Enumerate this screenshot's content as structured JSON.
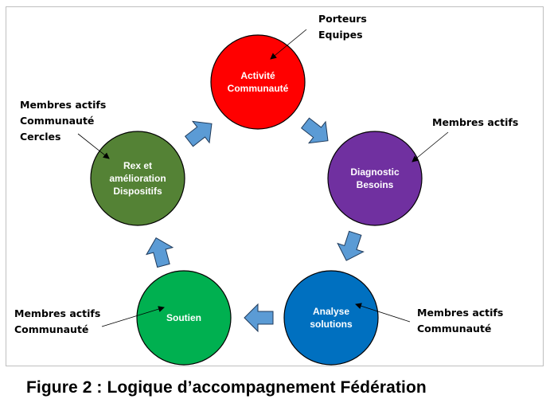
{
  "caption": "Figure 2 : Logique d’accompagnement Fédération",
  "colors": {
    "arrow_fill": "#5b9bd5",
    "outline": "#000000",
    "frame": "#bfbfbf"
  },
  "nodes": [
    {
      "id": "activite",
      "lines": [
        "Activité",
        "Communauté"
      ],
      "color": "#ff0000"
    },
    {
      "id": "diagnostic",
      "lines": [
        "Diagnostic",
        "Besoins"
      ],
      "color": "#7030a0"
    },
    {
      "id": "analyse",
      "lines": [
        "Analyse",
        "solutions"
      ],
      "color": "#0070c0"
    },
    {
      "id": "soutien",
      "lines": [
        "Soutien"
      ],
      "color": "#00b050"
    },
    {
      "id": "rex",
      "lines": [
        "Rex et",
        "amélioration",
        "Dispositifs"
      ],
      "color": "#548235"
    }
  ],
  "annotations": [
    {
      "target": "activite",
      "lines": [
        "Porteurs",
        "Equipes"
      ]
    },
    {
      "target": "diagnostic",
      "lines": [
        "Membres actifs"
      ]
    },
    {
      "target": "analyse",
      "lines": [
        "Membres actifs",
        "Communauté"
      ]
    },
    {
      "target": "soutien",
      "lines": [
        "Membres actifs",
        "Communauté"
      ]
    },
    {
      "target": "rex",
      "lines": [
        "Membres actifs",
        "Communauté",
        "Cercles"
      ]
    }
  ],
  "flow_arrows": [
    {
      "from": "rex",
      "to": "activite"
    },
    {
      "from": "activite",
      "to": "diagnostic"
    },
    {
      "from": "diagnostic",
      "to": "analyse"
    },
    {
      "from": "analyse",
      "to": "soutien"
    },
    {
      "from": "soutien",
      "to": "rex"
    }
  ]
}
